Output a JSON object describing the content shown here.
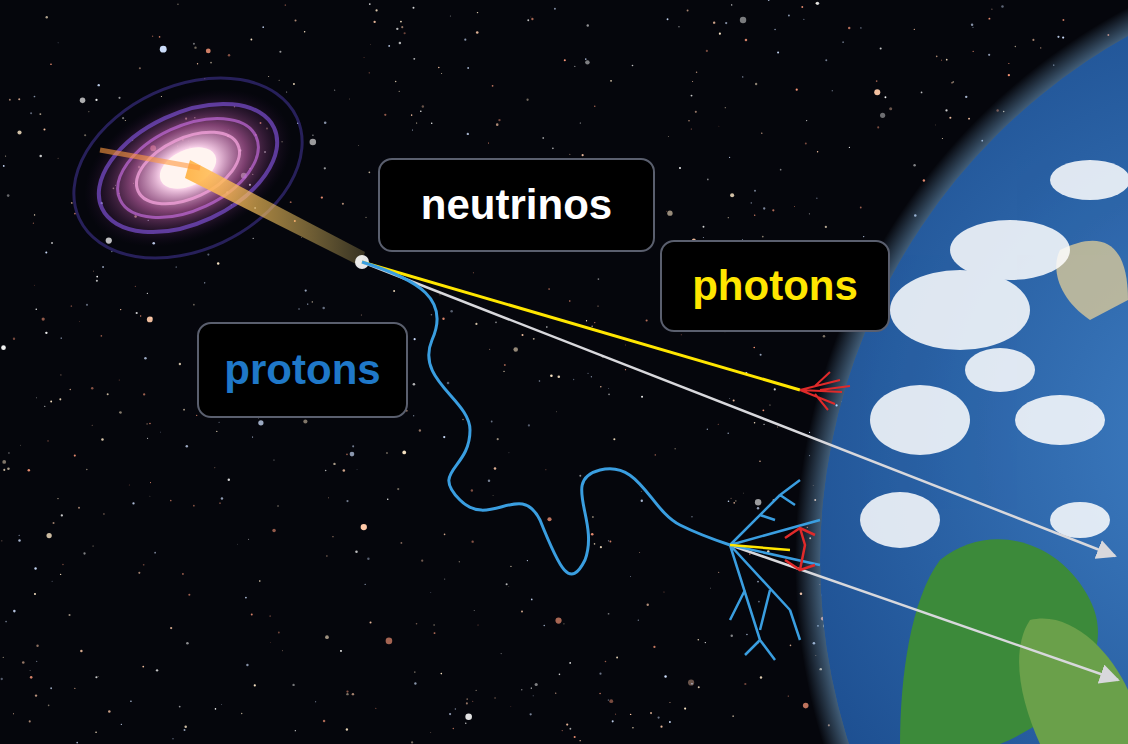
{
  "diagram": {
    "nodes": [
      {
        "text": [
          "neutrinos"
        ]
      },
      {
        "text": [
          "photons"
        ]
      },
      {
        "text": [
          "protons"
        ]
      }
    ]
  }
}
